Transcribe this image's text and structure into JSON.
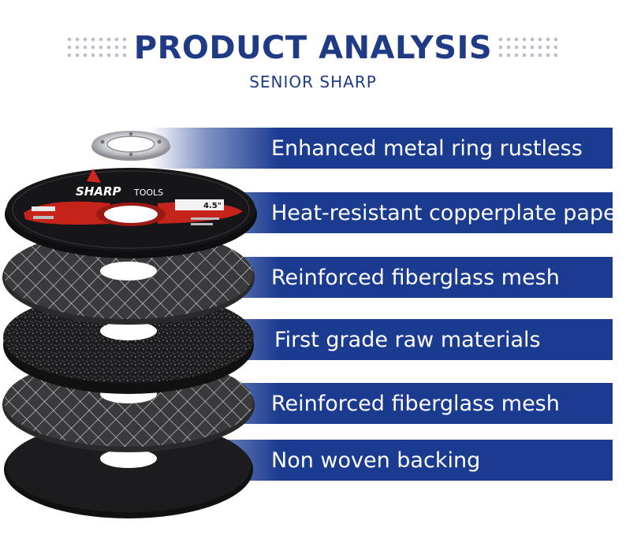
{
  "header": {
    "title": "PRODUCT ANALYSIS",
    "subtitle": "SENIOR SHARP"
  },
  "layers": [
    {
      "label": "Enhanced metal ring rustless",
      "icon": "metal-ring"
    },
    {
      "label": "Heat-resistant copperplate paper",
      "icon": "label-paper"
    },
    {
      "label": "Reinforced fiberglass mesh",
      "icon": "fiberglass-mesh"
    },
    {
      "label": "First grade raw materials",
      "icon": "abrasive-grain"
    },
    {
      "label": "Reinforced fiberglass mesh",
      "icon": "fiberglass-mesh"
    },
    {
      "label": "Non woven backing",
      "icon": "backing-disc"
    }
  ],
  "disc_label": {
    "brand": "SHARP",
    "brand_suffix": "TOOLS",
    "size": "4.5\""
  },
  "colors": {
    "title": "#1f3b86",
    "banner": "#1b3b91",
    "label_text": "#ffffff",
    "label_accent": "#d1281e"
  }
}
